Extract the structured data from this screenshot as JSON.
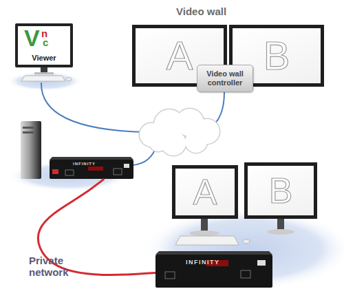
{
  "diagram": {
    "nodes": [
      {
        "text": [
          "V",
          "n",
          "c",
          "Viewer"
        ]
      },
      {
        "text": [
          "Video wall"
        ]
      },
      {
        "text": [
          "A"
        ],
        "in": 1
      },
      {
        "text": [
          "B"
        ],
        "in": 1
      },
      {
        "text": [
          "Video wall controller"
        ]
      },
      {
        "text": [
          "INFINITY"
        ]
      },
      {
        "text": [
          "A"
        ]
      },
      {
        "text": [
          "B"
        ]
      },
      {
        "text": [
          "INFINITY"
        ]
      }
    ],
    "edges": [
      {
        "from": 5,
        "to": 8,
        "label": "Private network",
        "arrow": "none"
      }
    ]
  }
}
